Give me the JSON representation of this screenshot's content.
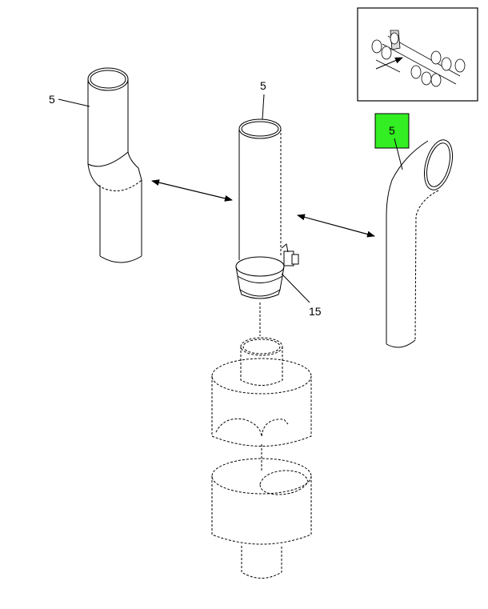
{
  "callouts": {
    "left_pipe": "5",
    "center_pipe": "5",
    "right_pipe": "5",
    "clamp": "15"
  },
  "highlight_color": "#33ee22"
}
